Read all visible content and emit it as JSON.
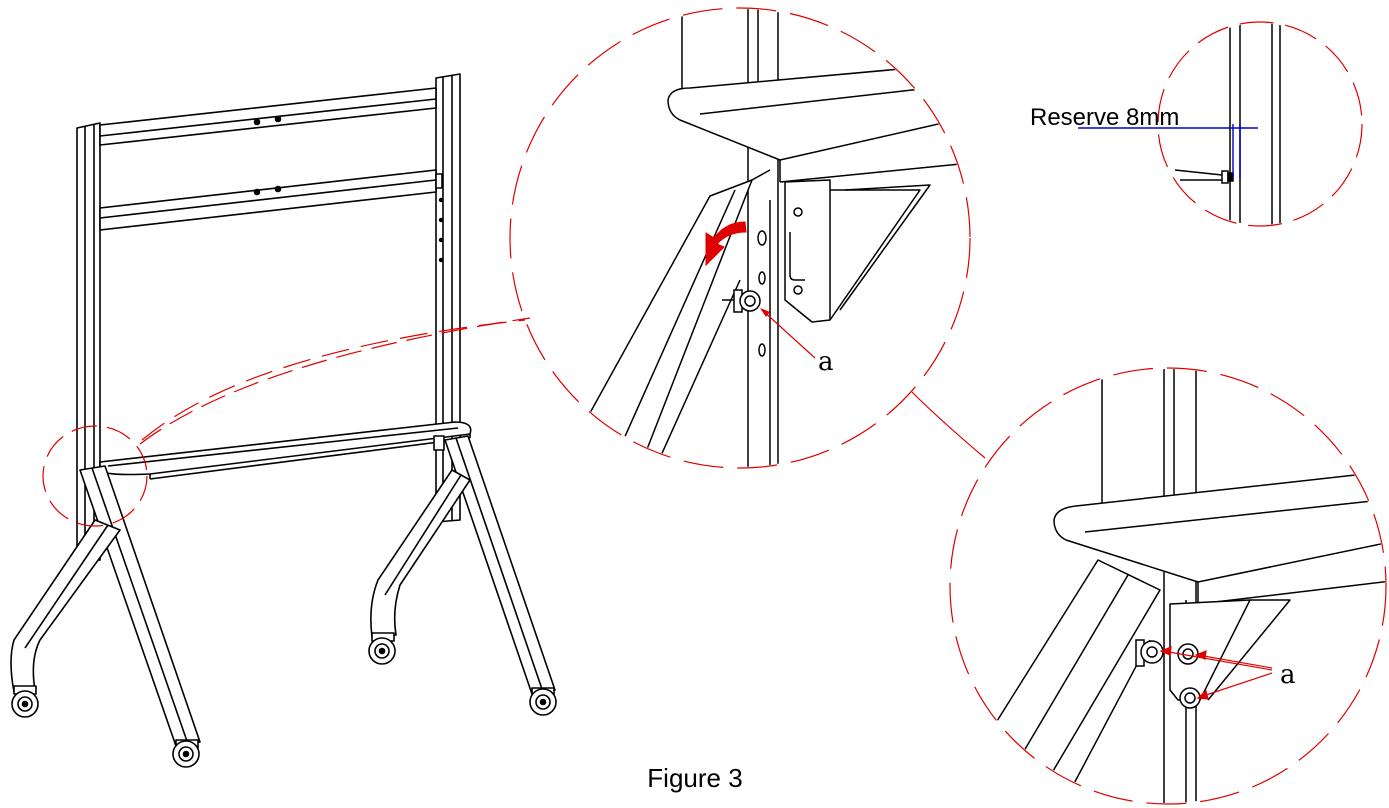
{
  "figure": {
    "caption": "Figure 3",
    "reserve_label": "Reserve 8mm",
    "part_label": "a"
  },
  "colors": {
    "line": "#000000",
    "callout": "#e00000",
    "dimension": "#0000cc",
    "background": "#ffffff"
  },
  "icons": {
    "rotation": "curved-arrow-icon",
    "screw": "screw-icon",
    "caster": "caster-wheel-icon"
  }
}
